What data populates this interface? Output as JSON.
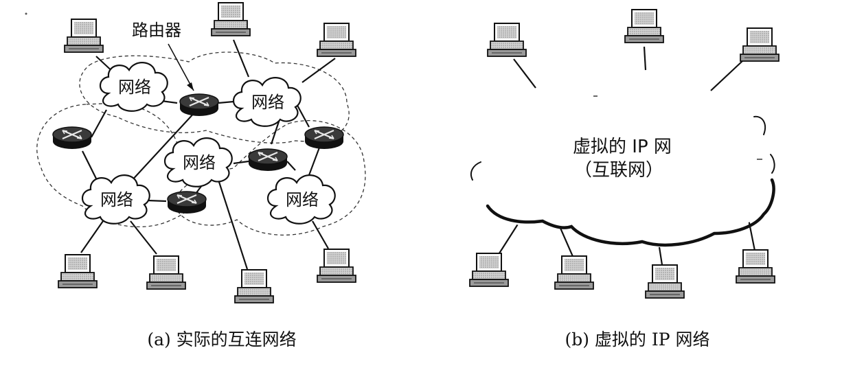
{
  "left_panel": {
    "router_label": "路由器",
    "cloud_label": "网络",
    "caption": "(a) 实际的互连网络"
  },
  "right_panel": {
    "cloud_line1": "虚拟的 IP 网",
    "cloud_line2": "（互联网）",
    "caption": "(b) 虚拟的 IP 网络"
  },
  "colors": {
    "ink": "#111111",
    "router_body": "#1a1a1a",
    "router_top": "#3a3a3a",
    "screen_gray": "#b8b8b8"
  }
}
